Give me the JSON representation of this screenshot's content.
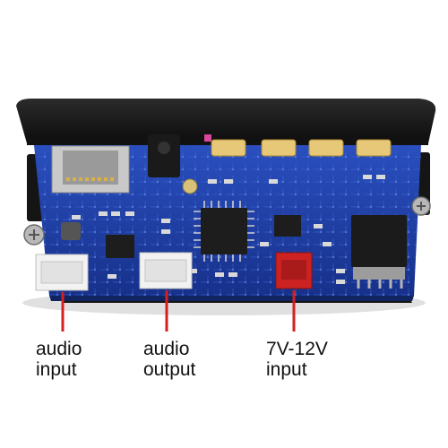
{
  "captions": {
    "audio_input": {
      "line1": "audio",
      "line2": "input"
    },
    "audio_output": {
      "line1": "audio",
      "line2": "output"
    },
    "power_input": {
      "line1": "7V-12V",
      "line2": "input"
    }
  },
  "colors": {
    "pcb": "#1f3fa0",
    "bezel": "#1a1a1a",
    "pointer_line": "#d62020",
    "red_connector": "#cc2222",
    "white_connector": "#f2f2f2"
  }
}
